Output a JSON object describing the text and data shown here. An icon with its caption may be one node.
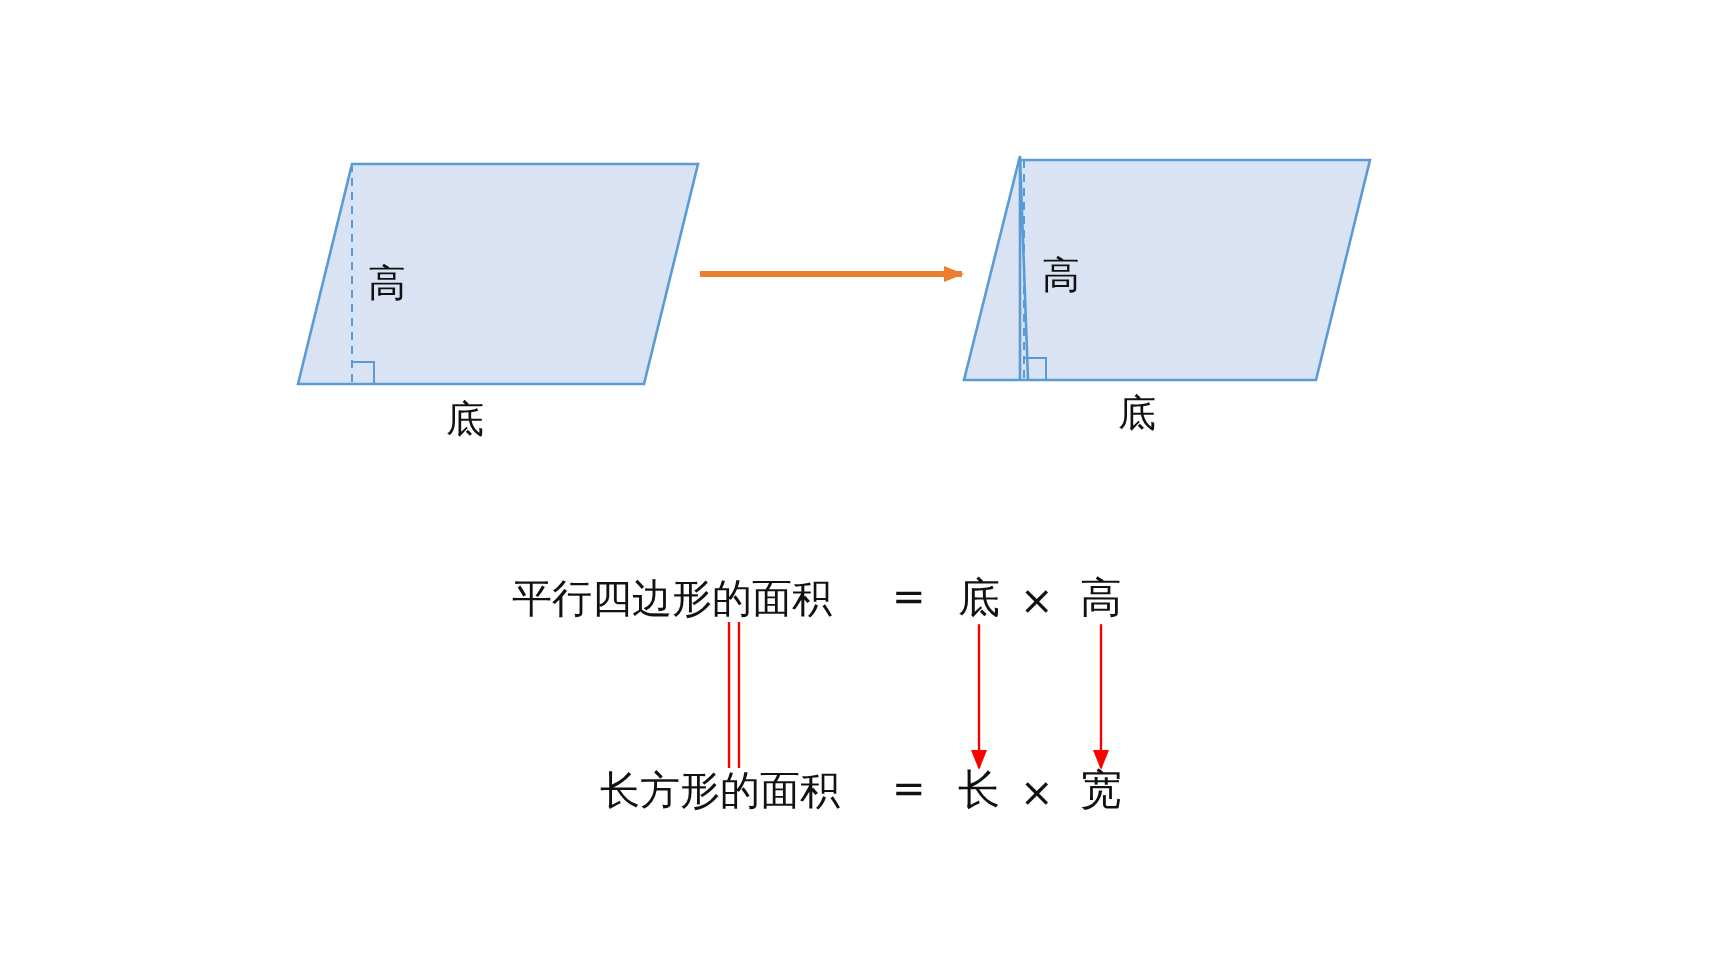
{
  "diagram": {
    "nodes": [
      {
        "text": [
          "高"
        ],
        "beside": [
          "底"
        ]
      },
      {
        "text": [
          "高"
        ],
        "beside": [
          "底"
        ]
      },
      {
        "text": [
          "平行四边形的面积"
        ]
      },
      {
        "text": [
          "底"
        ]
      },
      {
        "text": [
          "高"
        ]
      },
      {
        "text": [
          "长方形的面积"
        ]
      },
      {
        "text": [
          "长"
        ]
      },
      {
        "text": [
          "宽"
        ]
      }
    ],
    "edges": [
      {
        "from": 0,
        "to": 1,
        "arrow": "to",
        "style": "thick",
        "color": "#ed7d31"
      },
      {
        "from": 2,
        "to": 5,
        "arrow": "none"
      },
      {
        "from": 3,
        "to": 6,
        "arrow": "to"
      },
      {
        "from": 4,
        "to": 7,
        "arrow": "to"
      }
    ],
    "labels": [
      "=",
      "×",
      "=",
      "×"
    ]
  }
}
